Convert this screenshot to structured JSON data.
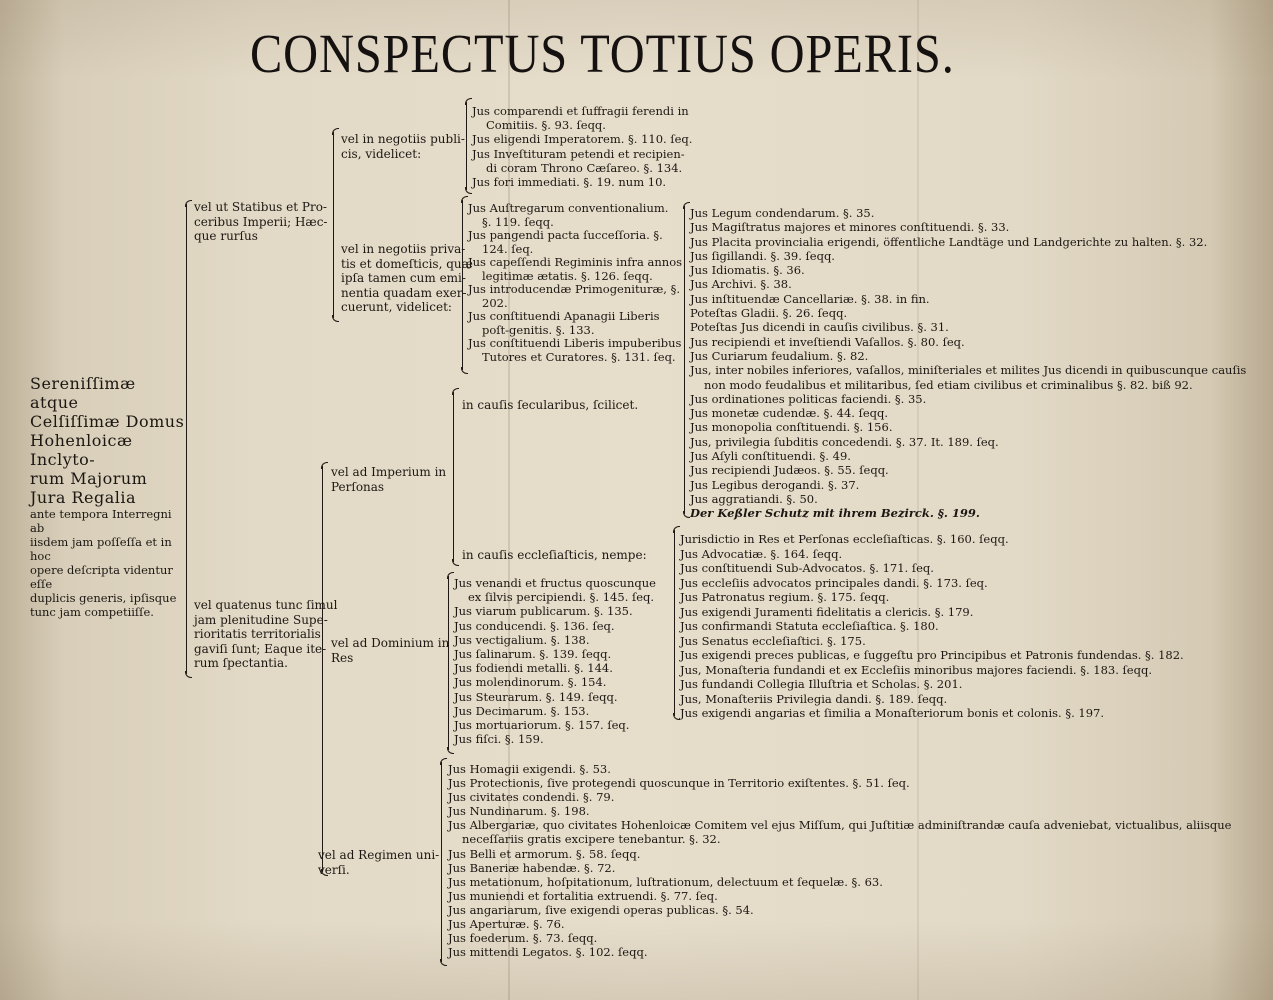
{
  "title": "CONSPECTUS TOTIUS OPERIS.",
  "root": {
    "big": [
      "Sereniſſimæ atque",
      "Celſiſſimæ Domus",
      "Hohenloicæ Inclyto-",
      "rum Majorum",
      "Jura Regalia"
    ],
    "small": [
      "ante tempora Interregni ab",
      "iisdem jam poſſeſſa et in hoc",
      "opere deſcripta videntur eſſe",
      "duplicis generis, ipſisque",
      "tunc jam competiiſſe."
    ]
  },
  "level1": {
    "a": [
      "vel ut Statibus et Pro-",
      "ceribus Imperii; Hæc-",
      "que rurſus"
    ],
    "b": [
      "vel quatenus tunc ſimul",
      "jam plenitudine Supe-",
      "rioritatis territorialis",
      "gaviſi ſunt; Eaque ite-",
      "rum ſpectantia."
    ]
  },
  "level2": {
    "publicis": [
      "vel in negotiis publi-",
      "cis, videlicet:"
    ],
    "privatis": [
      "vel in negotiis priva-",
      "tis et domeſticis, quæ",
      "ipſa tamen cum emi-",
      "nentia quadam exer-",
      "cuerunt, videlicet:"
    ],
    "personas": [
      "vel ad Imperium in",
      "Perſonas"
    ],
    "res": [
      "vel ad Dominium in",
      "Res"
    ],
    "regimen": [
      "vel ad Regimen uni-",
      "verſi."
    ]
  },
  "level3": {
    "secularibus": "in cauſis ſecularibus, ſcilicet.",
    "ecclesiasticis": "in cauſis eccleſiaſticis, nempe:"
  },
  "lists": {
    "publicis": [
      "Jus comparendi et ſuffragii ferendi in",
      "   Comitiis. §. 93. ſeqq.",
      "Jus eligendi Imperatorem. §. 110. ſeq.",
      "Jus Inveſtituram petendi et recipien-",
      "   di coram Throno Cæſareo. §. 134.",
      "Jus fori immediati. §. 19. num 10."
    ],
    "privatis": [
      "Jus Auſtregarum conventionalium.",
      "   §. 119. ſeqq.",
      "Jus pangendi pacta ſucceſſoria. §.",
      "   124. ſeq.",
      "Jus capeſſendi Regiminis infra annos",
      "   legitimæ ætatis. §. 126. ſeqq.",
      "Jus introducendæ Primogenituræ, §.",
      "   202.",
      "Jus conſtituendi Apanagii Liberis",
      "   poſt-genitis. §. 133.",
      "Jus conſtituendi Liberis impuberibus",
      "   Tutores et Curatores. §. 131. ſeq."
    ],
    "secularia": [
      "Jus Legum condendarum. §. 35.",
      "Jus Magiſtratus majores et minores conſtituendi. §. 33.",
      "Jus Placita provincialia erigendi, öffentliche Landtäge und Landgerichte zu halten. §. 32.",
      "Jus ſigillandi. §. 39. ſeqq.",
      "Jus Idiomatis. §. 36.",
      "Jus Archivi. §. 38.",
      "Jus inſtituendæ Cancellariæ. §. 38. in fin.",
      "Poteſtas Gladii. §. 26. ſeqq.",
      "Poteſtas Jus dicendi in cauſis civilibus. §. 31.",
      "Jus recipiendi et inveſtiendi Vaſallos. §. 80. ſeq.",
      "Jus Curiarum feudalium. §. 82.",
      "Jus, inter nobiles inferiores, vaſallos, miniſteriales et milites Jus dicendi in quibuscunque cauſis",
      "   non modo feudalibus et militaribus, ſed etiam civilibus et criminalibus §. 82. biß 92.",
      "Jus ordinationes politicas faciendi. §. 35.",
      "Jus monetæ cudendæ. §. 44. ſeqq.",
      "Jus monopolia conſtituendi. §. 156.",
      "Jus, privilegia ſubditis concedendi. §. 37. It. 189. ſeq.",
      "Jus Aſyli conſtituendi. §. 49.",
      "Jus recipiendi Judæos. §. 55. ſeqq.",
      "Jus Legibus derogandi. §. 37.",
      "Jus aggratiandi. §. 50.",
      "Der Keßler Schutz mit ihrem Bezirck. §. 199."
    ],
    "ecclesiastica": [
      "Jurisdictio in Res et Perſonas eccleſiaſticas. §. 160. ſeqq.",
      "Jus Advocatiæ. §. 164. ſeqq.",
      "Jus conſtituendi Sub-Advocatos. §. 171. ſeq.",
      "Jus eccleſiis advocatos principales dandi. §. 173. ſeq.",
      "Jus Patronatus regium. §. 175. ſeqq.",
      "Jus exigendi Juramenti fidelitatis a clericis. §. 179.",
      "Jus confirmandi Statuta eccleſiaſtica. §. 180.",
      "Jus Senatus eccleſiaſtici. §. 175.",
      "Jus exigendi preces publicas, e ſuggeſtu pro Principibus et Patronis fundendas. §. 182.",
      "Jus, Monaſteria fundandi et ex Eccleſiis minoribus majores faciendi. §. 183. ſeqq.",
      "Jus fundandi Collegia Illuſtria et Scholas. §. 201.",
      "Jus, Monaſteriis Privilegia dandi. §. 189. ſeqq.",
      "Jus exigendi angarias et ſimilia a Monaſteriorum bonis et colonis. §. 197."
    ],
    "res": [
      "Jus venandi et fructus quoscunque",
      "   ex ſilvis percipiendi. §. 145. ſeq.",
      "Jus viarum publicarum. §. 135.",
      "Jus conducendi. §. 136. ſeq.",
      "Jus vectigalium. §. 138.",
      "Jus ſalinarum. §. 139. ſeqq.",
      "Jus fodiendi metalli. §. 144.",
      "Jus molendinorum. §. 154.",
      "Jus Steurarum. §. 149. ſeqq.",
      "Jus Decimarum. §. 153.",
      "Jus mortuariorum. §. 157. ſeq.",
      "Jus fiſci. §. 159."
    ],
    "regimen": [
      "Jus Homagii exigendi. §. 53.",
      "Jus Protectionis, ſive protegendi quoscunque in Territorio exiſtentes. §. 51. ſeq.",
      "Jus civitates condendi. §. 79.",
      "Jus Nundinarum. §. 198.",
      "Jus Albergariæ, quo civitates Hohenloicæ Comitem vel ejus Miſſum, qui Juſtitiæ adminiſtrandæ cauſa adveniebat, victualibus, aliisque",
      "   neceſſariis gratis excipere tenebantur. §. 32.",
      "Jus Belli et armorum. §. 58. ſeqq.",
      "Jus Baneriæ habendæ. §. 72.",
      "Jus metationum, hoſpitationum, luſtrationum, delectuum et ſequelæ. §. 63.",
      "Jus muniendi et fortalitia extruendi. §. 77. ſeq.",
      "Jus angariarum, ſive exigendi operas publicas. §. 54.",
      "Jus Aperturæ. §. 76.",
      "Jus foederum. §. 73. ſeqq.",
      "Jus mittendi Legatos. §. 102. ſeqq."
    ]
  }
}
